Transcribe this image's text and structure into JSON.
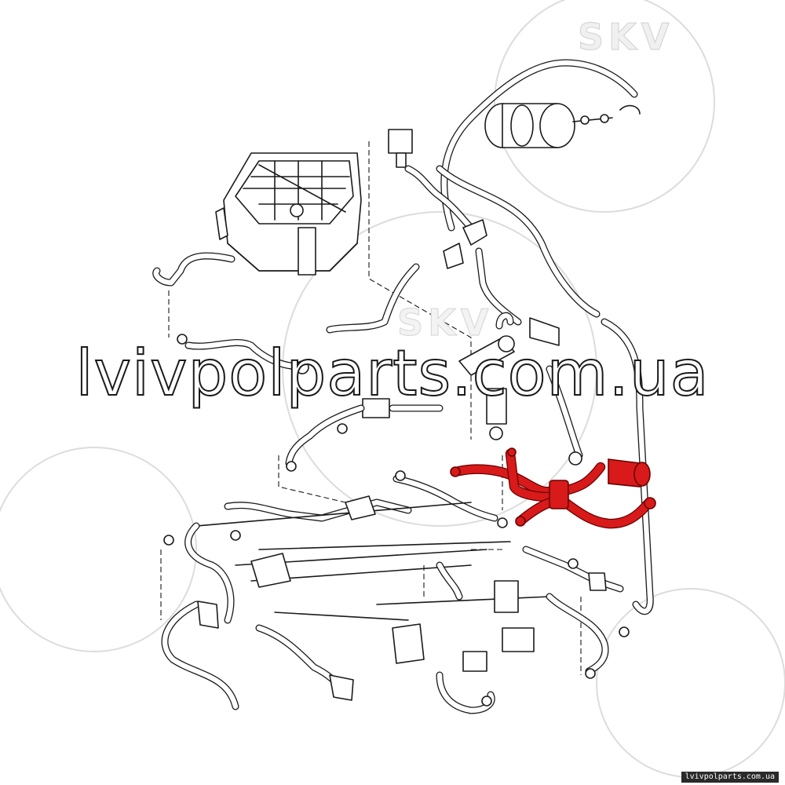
{
  "watermark": {
    "text": "lvivpolparts.com.ua",
    "brand_top": "SKV",
    "brand_middle": "SKV",
    "footer_url": "lvivpolparts.com.ua"
  },
  "diagram": {
    "highlighted_part": "highlighted-coolant-hose",
    "colors": {
      "line": "#1a1a1a",
      "highlight": "#d81a1a",
      "background": "#ffffff",
      "watermark": "#dcdcdc"
    }
  }
}
